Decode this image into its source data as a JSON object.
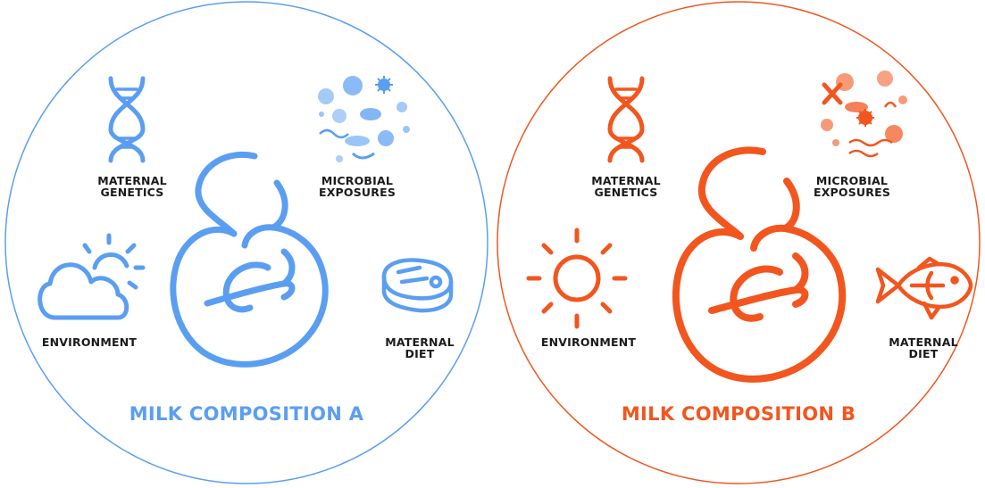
{
  "colors": {
    "panel_a": "#5a9ef2",
    "panel_b": "#f2561e",
    "text": "#1a1a1a"
  },
  "panels": [
    {
      "title": "MILK COMPOSITION A",
      "factors": {
        "genetics": {
          "line1": "MATERNAL",
          "line2": "GENETICS",
          "icon": "dna-icon"
        },
        "microbes": {
          "line1": "MICROBIAL",
          "line2": "EXPOSURES",
          "icon": "microbes-icon"
        },
        "environment": {
          "line1": "ENVIRONMENT",
          "icon": "cloud-sun-icon"
        },
        "diet": {
          "line1": "MATERNAL",
          "line2": "DIET",
          "icon": "steak-icon"
        }
      }
    },
    {
      "title": "MILK COMPOSITION B",
      "factors": {
        "genetics": {
          "line1": "MATERNAL",
          "line2": "GENETICS",
          "icon": "dna-icon"
        },
        "microbes": {
          "line1": "MICROBIAL",
          "line2": "EXPOSURES",
          "icon": "microbes-icon"
        },
        "environment": {
          "line1": "ENVIRONMENT",
          "icon": "sun-icon"
        },
        "diet": {
          "line1": "MATERNAL",
          "line2": "DIET",
          "icon": "fish-icon"
        }
      }
    }
  ]
}
